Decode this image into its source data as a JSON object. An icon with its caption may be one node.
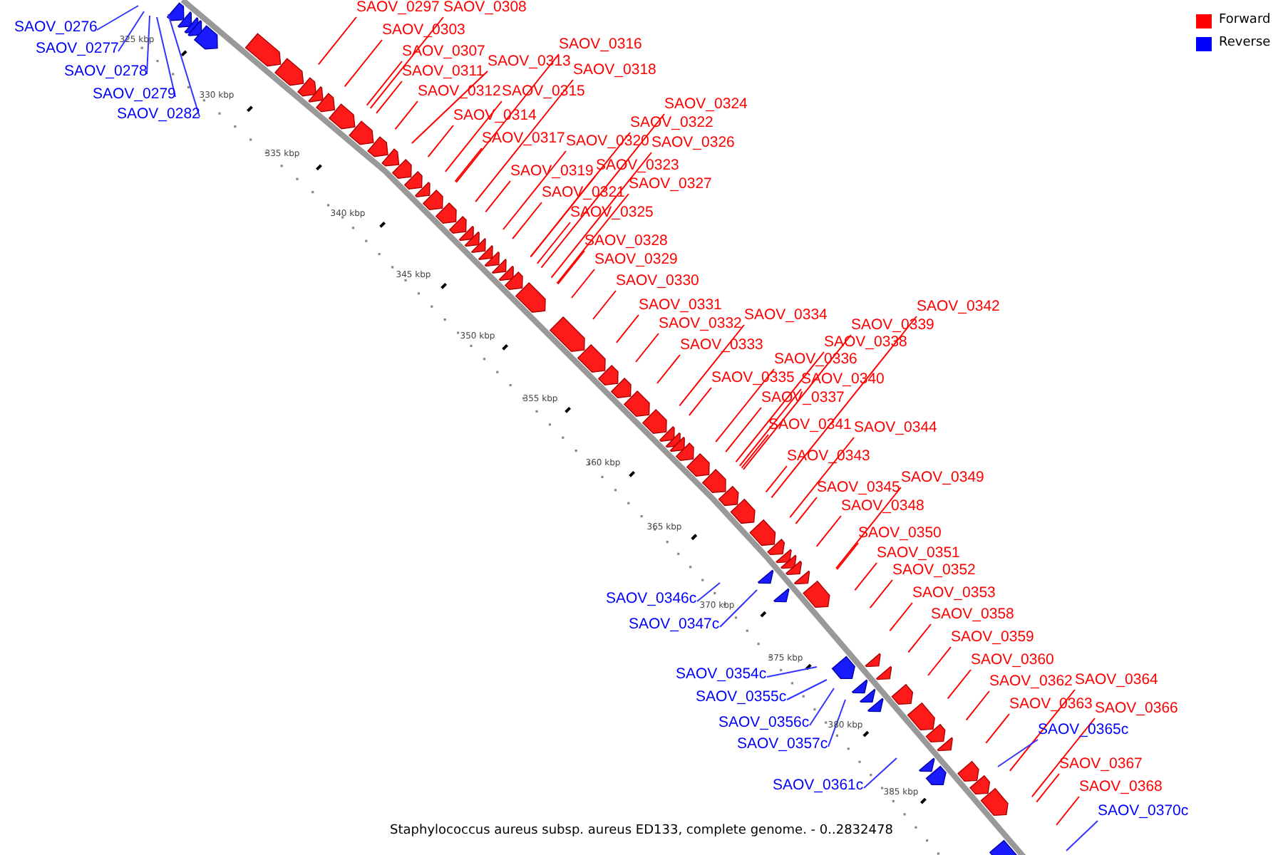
{
  "diagram": {
    "caption": "Staphylococcus aureus subsp. aureus ED133, complete genome. - 0..2832478",
    "nodes": [
      {
        "text": [
          "SAOV_0276"
        ]
      },
      {
        "text": [
          "SAOV_0277"
        ]
      },
      {
        "text": [
          "SAOV_0278"
        ]
      },
      {
        "text": [
          "SAOV_0279"
        ]
      },
      {
        "text": [
          "SAOV_0282"
        ]
      },
      {
        "text": [
          "SAOV_0297"
        ]
      },
      {
        "text": [
          "SAOV_0303"
        ]
      },
      {
        "text": [
          "SAOV_0307"
        ]
      },
      {
        "text": [
          "SAOV_0308"
        ]
      },
      {
        "text": [
          "SAOV_0311"
        ]
      },
      {
        "text": [
          "SAOV_0312"
        ]
      },
      {
        "text": [
          "SAOV_0313"
        ]
      },
      {
        "text": [
          "SAOV_0314"
        ]
      },
      {
        "text": [
          "SAOV_0315"
        ]
      },
      {
        "text": [
          "SAOV_0316"
        ]
      },
      {
        "text": [
          "SAOV_0317"
        ]
      },
      {
        "text": [
          "SAOV_0318"
        ]
      },
      {
        "text": [
          "SAOV_0319"
        ]
      },
      {
        "text": [
          "SAOV_0320"
        ]
      },
      {
        "text": [
          "SAOV_0321"
        ]
      },
      {
        "text": [
          "SAOV_0322"
        ]
      },
      {
        "text": [
          "SAOV_0323"
        ]
      },
      {
        "text": [
          "SAOV_0324"
        ]
      },
      {
        "text": [
          "SAOV_0325"
        ]
      },
      {
        "text": [
          "SAOV_0326"
        ]
      },
      {
        "text": [
          "SAOV_0327"
        ]
      },
      {
        "text": [
          "SAOV_0328"
        ]
      },
      {
        "text": [
          "SAOV_0329"
        ]
      },
      {
        "text": [
          "SAOV_0330"
        ]
      },
      {
        "text": [
          "SAOV_0331"
        ]
      },
      {
        "text": [
          "SAOV_0332"
        ]
      },
      {
        "text": [
          "SAOV_0333"
        ]
      },
      {
        "text": [
          "SAOV_0334"
        ]
      },
      {
        "text": [
          "SAOV_0335"
        ]
      },
      {
        "text": [
          "SAOV_0336"
        ]
      },
      {
        "text": [
          "SAOV_0337"
        ]
      },
      {
        "text": [
          "SAOV_0338"
        ]
      },
      {
        "text": [
          "SAOV_0339"
        ]
      },
      {
        "text": [
          "SAOV_0340"
        ]
      },
      {
        "text": [
          "SAOV_0341"
        ]
      },
      {
        "text": [
          "SAOV_0342"
        ]
      },
      {
        "text": [
          "SAOV_0343"
        ]
      },
      {
        "text": [
          "SAOV_0344"
        ]
      },
      {
        "text": [
          "SAOV_0345"
        ]
      },
      {
        "text": [
          "SAOV_0346c"
        ]
      },
      {
        "text": [
          "SAOV_0347c"
        ]
      },
      {
        "text": [
          "SAOV_0348"
        ]
      },
      {
        "text": [
          "SAOV_0349"
        ]
      },
      {
        "text": [
          "SAOV_0350"
        ]
      },
      {
        "text": [
          "SAOV_0351"
        ]
      },
      {
        "text": [
          "SAOV_0352"
        ]
      },
      {
        "text": [
          "SAOV_0353"
        ]
      },
      {
        "text": [
          "SAOV_0354c"
        ]
      },
      {
        "text": [
          "SAOV_0355c"
        ]
      },
      {
        "text": [
          "SAOV_0356c"
        ]
      },
      {
        "text": [
          "SAOV_0357c"
        ]
      },
      {
        "text": [
          "SAOV_0358"
        ]
      },
      {
        "text": [
          "SAOV_0359"
        ]
      },
      {
        "text": [
          "SAOV_0360"
        ]
      },
      {
        "text": [
          "SAOV_0361c"
        ]
      },
      {
        "text": [
          "SAOV_0362"
        ]
      },
      {
        "text": [
          "SAOV_0363"
        ]
      },
      {
        "text": [
          "SAOV_0364"
        ]
      },
      {
        "text": [
          "SAOV_0365c"
        ]
      },
      {
        "text": [
          "SAOV_0366"
        ]
      },
      {
        "text": [
          "SAOV_0367"
        ]
      },
      {
        "text": [
          "SAOV_0368"
        ]
      },
      {
        "text": [
          "SAOV_0370c"
        ]
      }
    ],
    "edges": [
      {
        "from": 0,
        "to": null,
        "arrow": "none",
        "color": "#3333ff"
      },
      {
        "from": 1,
        "to": null,
        "arrow": "none",
        "color": "#3333ff"
      },
      {
        "from": 2,
        "to": null,
        "arrow": "none",
        "color": "#3333ff"
      },
      {
        "from": 3,
        "to": null,
        "arrow": "none",
        "color": "#3333ff"
      },
      {
        "from": 4,
        "to": null,
        "arrow": "none",
        "color": "#3333ff"
      },
      {
        "from": 5,
        "to": null,
        "arrow": "none"
      },
      {
        "from": 6,
        "to": null,
        "arrow": "none"
      },
      {
        "from": 7,
        "to": null,
        "arrow": "none"
      },
      {
        "from": 8,
        "to": null,
        "arrow": "none"
      },
      {
        "from": 9,
        "to": null,
        "arrow": "none"
      },
      {
        "from": 10,
        "to": null,
        "arrow": "none"
      },
      {
        "from": 11,
        "to": null,
        "arrow": "none"
      },
      {
        "from": 12,
        "to": null,
        "arrow": "none"
      },
      {
        "from": 13,
        "to": null,
        "arrow": "none"
      },
      {
        "from": 14,
        "to": null,
        "arrow": "none"
      },
      {
        "from": 15,
        "to": null,
        "arrow": "none"
      },
      {
        "from": 16,
        "to": null,
        "arrow": "none"
      },
      {
        "from": 17,
        "to": null,
        "arrow": "none"
      },
      {
        "from": 18,
        "to": null,
        "arrow": "none"
      },
      {
        "from": 19,
        "to": null,
        "arrow": "none"
      },
      {
        "from": 20,
        "to": null,
        "arrow": "none"
      },
      {
        "from": 21,
        "to": null,
        "arrow": "none"
      },
      {
        "from": 22,
        "to": null,
        "arrow": "none"
      },
      {
        "from": 23,
        "to": null,
        "arrow": "none"
      },
      {
        "from": 24,
        "to": null,
        "arrow": "none"
      },
      {
        "from": 25,
        "to": null,
        "arrow": "none"
      },
      {
        "from": 26,
        "to": null,
        "arrow": "none"
      },
      {
        "from": 27,
        "to": null,
        "arrow": "none"
      },
      {
        "from": 28,
        "to": null,
        "arrow": "none"
      },
      {
        "from": 29,
        "to": null,
        "arrow": "none"
      },
      {
        "from": 30,
        "to": null,
        "arrow": "none"
      },
      {
        "from": 31,
        "to": null,
        "arrow": "none"
      },
      {
        "from": 32,
        "to": null,
        "arrow": "none"
      },
      {
        "from": 33,
        "to": null,
        "arrow": "none"
      },
      {
        "from": 34,
        "to": null,
        "arrow": "none"
      },
      {
        "from": 35,
        "to": null,
        "arrow": "none"
      },
      {
        "from": 36,
        "to": null,
        "arrow": "none"
      },
      {
        "from": 37,
        "to": null,
        "arrow": "none"
      },
      {
        "from": 38,
        "to": null,
        "arrow": "none"
      },
      {
        "from": 39,
        "to": null,
        "arrow": "none"
      },
      {
        "from": 40,
        "to": null,
        "arrow": "none"
      },
      {
        "from": 41,
        "to": null,
        "arrow": "none"
      },
      {
        "from": 42,
        "to": null,
        "arrow": "none"
      },
      {
        "from": 43,
        "to": null,
        "arrow": "none"
      },
      {
        "from": 44,
        "to": null,
        "arrow": "none",
        "color": "#3333ff"
      },
      {
        "from": 45,
        "to": null,
        "arrow": "none",
        "color": "#3333ff"
      },
      {
        "from": 46,
        "to": null,
        "arrow": "none"
      },
      {
        "from": 47,
        "to": null,
        "arrow": "none"
      },
      {
        "from": 48,
        "to": null,
        "arrow": "none"
      },
      {
        "from": 49,
        "to": null,
        "arrow": "none"
      },
      {
        "from": 50,
        "to": null,
        "arrow": "none"
      },
      {
        "from": 51,
        "to": null,
        "arrow": "none"
      },
      {
        "from": 52,
        "to": null,
        "arrow": "none",
        "color": "#3333ff"
      },
      {
        "from": 53,
        "to": null,
        "arrow": "none",
        "color": "#3333ff"
      },
      {
        "from": 54,
        "to": null,
        "arrow": "none",
        "color": "#3333ff"
      },
      {
        "from": 55,
        "to": null,
        "arrow": "none",
        "color": "#3333ff"
      },
      {
        "from": 56,
        "to": null,
        "arrow": "none"
      },
      {
        "from": 57,
        "to": null,
        "arrow": "none"
      },
      {
        "from": 58,
        "to": null,
        "arrow": "none"
      },
      {
        "from": 59,
        "to": null,
        "arrow": "none",
        "color": "#3333ff"
      },
      {
        "from": 60,
        "to": null,
        "arrow": "none"
      },
      {
        "from": 61,
        "to": null,
        "arrow": "none"
      },
      {
        "from": 62,
        "to": null,
        "arrow": "none"
      },
      {
        "from": 63,
        "to": null,
        "arrow": "none",
        "color": "#3333ff"
      },
      {
        "from": 64,
        "to": null,
        "arrow": "none"
      },
      {
        "from": 65,
        "to": null,
        "arrow": "none"
      },
      {
        "from": 66,
        "to": null,
        "arrow": "none"
      },
      {
        "from": 67,
        "to": null,
        "arrow": "none",
        "color": "#3333ff"
      }
    ],
    "labels": [
      "325 kbp",
      "330 kbp",
      "335 kbp",
      "340 kbp",
      "345 kbp",
      "350 kbp",
      "355 kbp",
      "360 kbp",
      "365 kbp",
      "370 kbp",
      "375 kbp",
      "380 kbp",
      "385 kbp"
    ],
    "legend": [
      {
        "text": "Forward",
        "color": "#ff0000"
      },
      {
        "text": "Reverse",
        "color": "#0000ff"
      }
    ]
  }
}
